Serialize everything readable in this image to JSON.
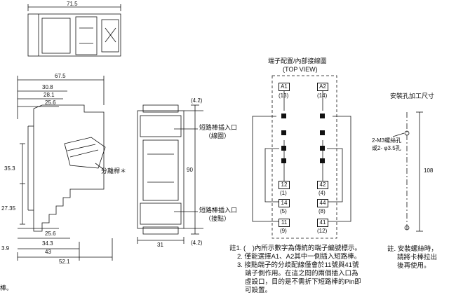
{
  "dims": {
    "top_width": "71.5",
    "overall": "67.5",
    "d30_8": "30.8",
    "d28_1": "28.1",
    "d25_6_top": "25.6",
    "d35_3": "35.3",
    "d27_35": "27.35",
    "d25_6_bottom": "25.6",
    "d34_3": "34.3",
    "d43": "43",
    "d52_1": "52.1",
    "d3_9": "3.9",
    "front_height": "90",
    "front_width": "31",
    "tol_top": "(4.2)",
    "tol_bottom": "(4.2)",
    "mount_height": "108"
  },
  "labels": {
    "separator": "分離桿＊",
    "short_bar_top_1": "短路棒插入口",
    "short_bar_top_2": "（線圈）",
    "short_bar_bot_1": "短路棒插入口",
    "short_bar_bot_2": "（接點）",
    "diagram_title": "端子配置/內部接線圖",
    "diagram_subtitle": "(TOP VIEW)",
    "mount_title": "安裝孔加工尺寸",
    "mount_screw_1": "2-M3螺絲孔",
    "mount_screw_2": "或2- φ3.5孔",
    "left_fragment": "棒。"
  },
  "terminals": {
    "left": [
      {
        "name": "A1",
        "code": "(13)"
      },
      {
        "name": "12",
        "code": "(1)"
      },
      {
        "name": "14",
        "code": "(5)"
      },
      {
        "name": "11",
        "code": "(9)"
      }
    ],
    "right": [
      {
        "name": "A2",
        "code": "(14)"
      },
      {
        "name": "42",
        "code": "(4)"
      },
      {
        "name": "44",
        "code": "(8)"
      },
      {
        "name": "41",
        "code": "(12)"
      }
    ]
  },
  "notes": {
    "n1": "註1. (　)內所示數字為傳統的端子編號標示。",
    "n2": "2. 僅能選擇A1、A2其中一側插入短路棒。",
    "n3a": "3. 接點端子的分歧配線僅會於11號與41號",
    "n3b": "端子側作用。在這之間的兩個插入口為",
    "n3c": "虛設口，目的是不需折下短路棒的Pin即",
    "n3d": "可設置。",
    "r1": "註. 安裝螺絲時，",
    "r2": "請將卡棒拉出",
    "r3": "後再使用。"
  }
}
